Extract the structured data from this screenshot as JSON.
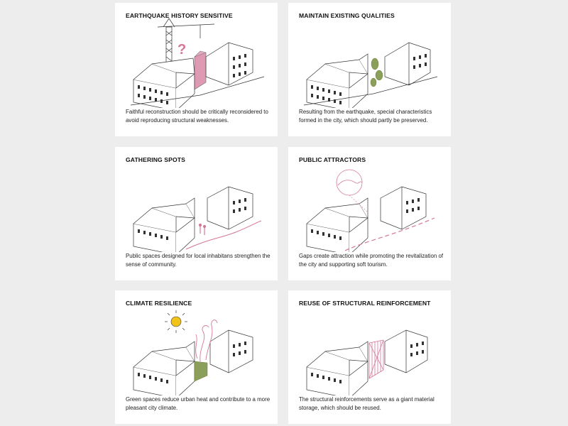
{
  "panels": [
    {
      "title": "EARTHQUAKE HISTORY SENSITIVE",
      "description": "Faithful reconstruction should be critically reconsidered to avoid reproducing structural weaknesses.",
      "icon": "crane-question-icon"
    },
    {
      "title": "MAINTAIN EXISTING QUALITIES",
      "description": "Resulting from the earthquake, special characteristics formed in the city, which should partly be preserved.",
      "icon": "green-gap-icon"
    },
    {
      "title": "GATHERING SPOTS",
      "description": "Public spaces designed for local inhabitans strengthen the sense of community.",
      "icon": "people-gap-icon"
    },
    {
      "title": "PUBLIC ATTRACTORS",
      "description": "Gaps create attraction while promoting the revitalization of the city and supporting soft tourism.",
      "icon": "landscape-view-icon"
    },
    {
      "title": "CLIMATE RESILIENCE",
      "description": "Green spaces reduce urban heat and contribute to a more pleasant city climate.",
      "icon": "sun-wind-icon"
    },
    {
      "title": "REUSE OF STRUCTURAL REINFORCEMENT",
      "description": "The structural reinforcements serve as a giant material storage, which should be reused.",
      "icon": "reinforcement-icon"
    }
  ],
  "colors": {
    "accent_pink": "#d4779a",
    "accent_green": "#8b9e5a",
    "sun_yellow": "#f2c318",
    "line": "#333333",
    "panel_bg": "#ffffff",
    "page_bg": "#ededed"
  }
}
